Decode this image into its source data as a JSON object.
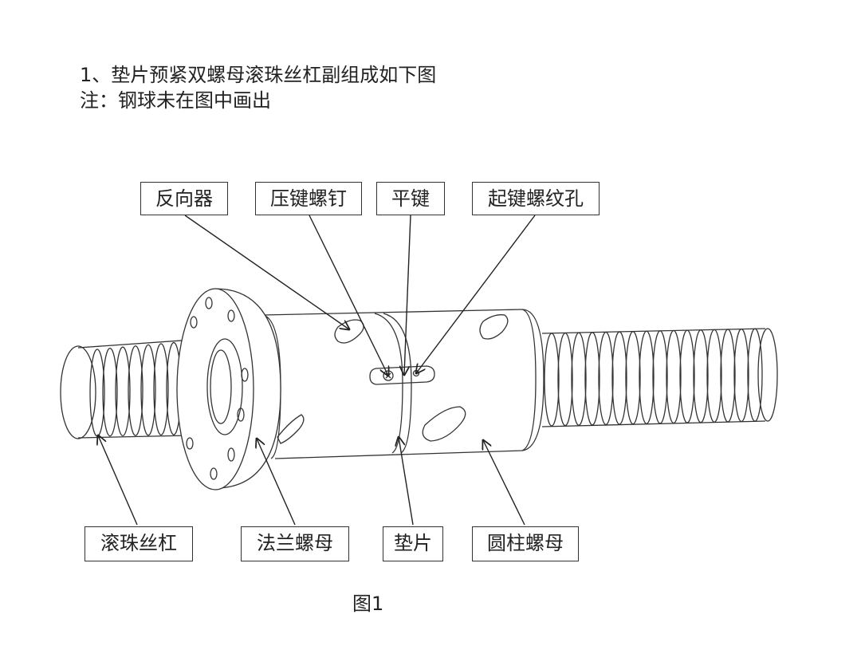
{
  "heading": {
    "line1": "1、垫片预紧双螺母滚珠丝杠副组成如下图",
    "line2": "注：钢球未在图中画出"
  },
  "labels": {
    "reverser": "反向器",
    "press_key_screw": "压键螺钉",
    "flat_key": "平键",
    "key_lift_threaded_hole": "起键螺纹孔",
    "ball_screw": "滚珠丝杠",
    "flange_nut": "法兰螺母",
    "gasket": "垫片",
    "cylindrical_nut": "圆柱螺母"
  },
  "caption": "图1"
}
